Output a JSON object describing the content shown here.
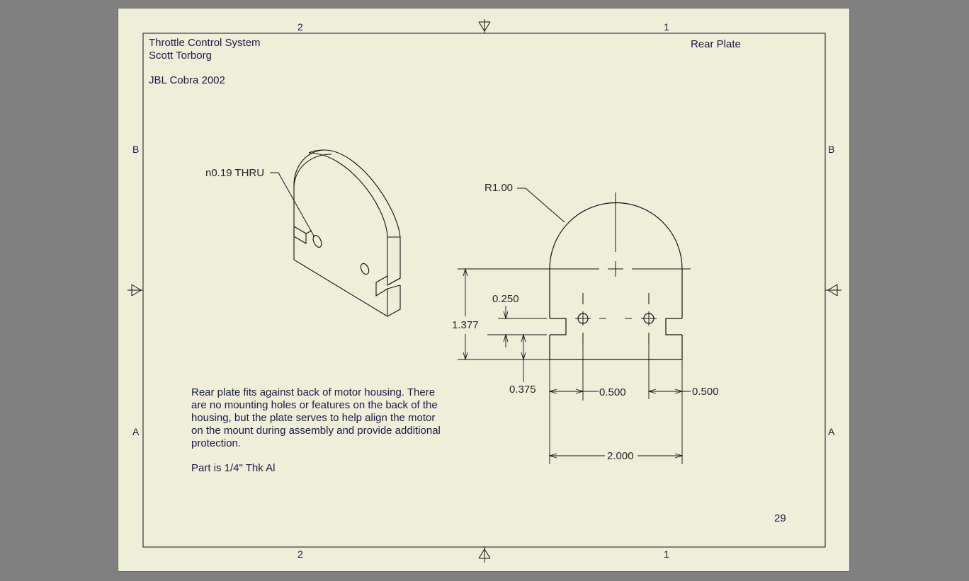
{
  "title_block": {
    "project": "Throttle Control System",
    "author": "Scott Torborg",
    "vehicle": "JBL Cobra 2002",
    "part_name": "Rear Plate",
    "page_number": "29"
  },
  "zones": {
    "top_left": "2",
    "top_right": "1",
    "bottom_left": "2",
    "bottom_right": "1",
    "left_upper": "B",
    "left_lower": "A",
    "right_upper": "B",
    "right_lower": "A"
  },
  "callouts": {
    "hole": "n0.19 THRU",
    "radius": "R1.00"
  },
  "dimensions": {
    "height": "1.377",
    "slot_width": "0.250",
    "slot_offset": "0.375",
    "hole_left": "0.500",
    "hole_right": "0.500",
    "overall_width": "2.000"
  },
  "notes": {
    "body": "Rear plate fits against back of motor housing. There are no mounting holes or features on the back of the housing, but the plate serves to help align the motor on the mount during assembly and provide additional protection.",
    "material": "Part is 1/4\" Thk Al"
  }
}
